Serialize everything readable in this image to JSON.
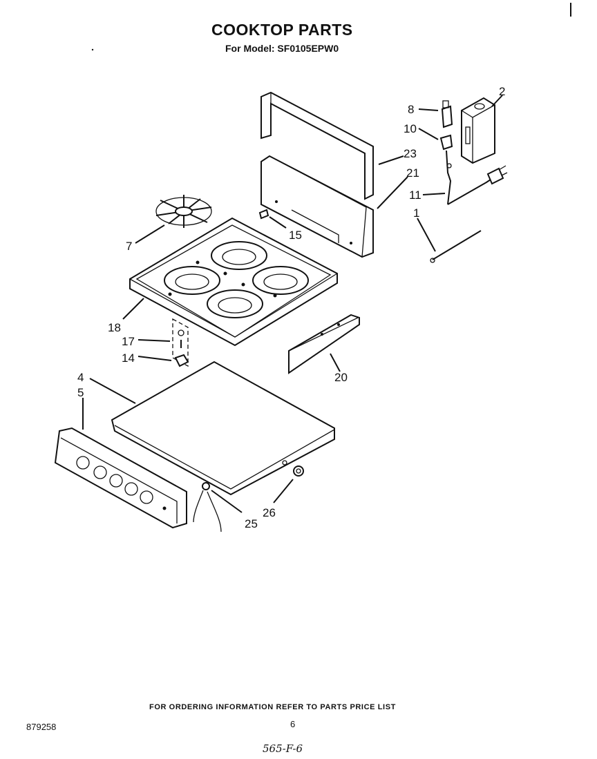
{
  "header": {
    "title": "COOKTOP PARTS",
    "subtitle": "For Model: SF0105EPW0"
  },
  "callouts": [
    "2",
    "8",
    "10",
    "23",
    "21",
    "11",
    "1",
    "7",
    "15",
    "18",
    "17",
    "14",
    "20",
    "4",
    "5",
    "25",
    "26"
  ],
  "footer": {
    "ordering_note": "FOR ORDERING INFORMATION REFER TO PARTS PRICE LIST",
    "doc_number": "879258",
    "page_number": "6",
    "handwritten_note": "565-F-6"
  }
}
